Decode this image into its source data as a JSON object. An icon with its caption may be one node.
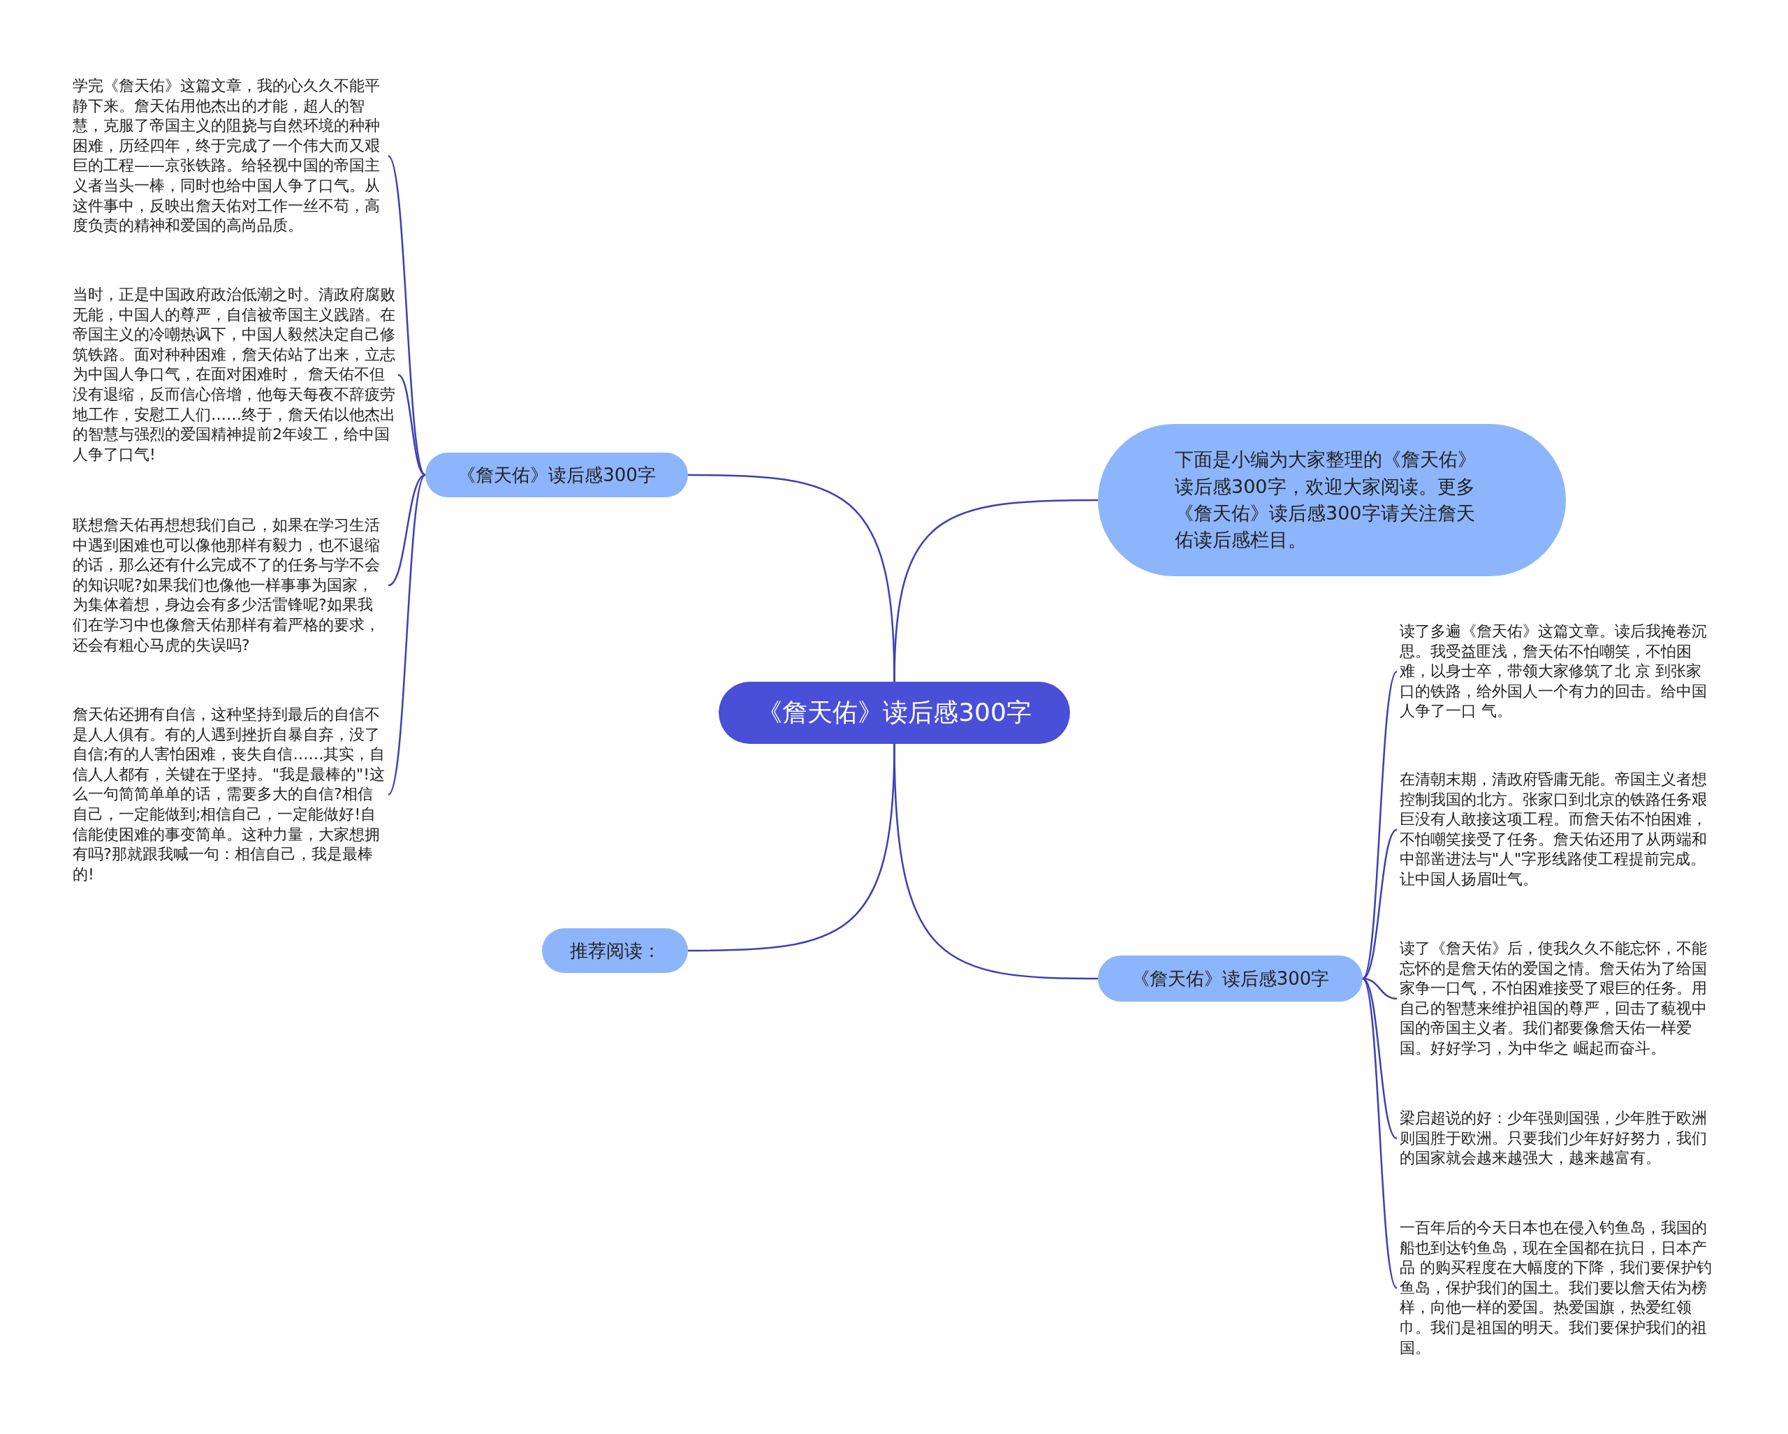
{
  "diagram": {
    "nodes": [
      {
        "text": [
          "《詹天佑》读后感300字"
        ]
      },
      {
        "text": [
          "《詹天佑》读后感300字"
        ]
      },
      {
        "text": [
          "学完《詹天佑》这篇文章，我的心久久不能平静下来。詹天佑用他杰出的才能，超人的智慧，克服了帝国主义的阻挠与自然环境的种种困难，历经四年，终于完成了一个伟大而又艰巨的工程——京张铁路。给轻视中国的帝国主义者当头一棒，同时也给中国人争了口气。从这件事中，反映出詹天佑对工作一丝不苟，高度负责的精神和爱国的高尚品质。"
        ]
      },
      {
        "text": [
          "当时，正是中国政府政治低潮之时。清政府腐败无能，中国人的尊严，自信被帝国主义践踏。在帝国主义的冷嘲热讽下，中国人毅然决定自己修筑铁路。面对种种困难，詹天佑站了出来，立志为中国人争口气，在面对困难时， 詹天佑不但没有退缩，反而信心倍增，他每天每夜不辞疲劳地工作，安慰工人们……终于，詹天佑以他杰出的智慧与强烈的爱国精神提前2年竣工，给中国人争了口气!"
        ]
      },
      {
        "text": [
          "联想詹天佑再想想我们自己，如果在学习生活中遇到困难也可以像他那样有毅力，也不退缩的话，那么还有什么完成不了的任务与学不会的知识呢?如果我们也像他一样事事为国家，为集体着想，身边会有多少活雷锋呢?如果我们在学习中也像詹天佑那样有着严格的要求，还会有粗心马虎的失误吗?"
        ]
      },
      {
        "text": [
          "詹天佑还拥有自信，这种坚持到最后的自信不是人人俱有。有的人遇到挫折自暴自弃，没了自信;有的人害怕困难，丧失自信……其实，自信人人都有，关键在于坚持。\"我是最棒的\"!这么一句简简单单的话，需要多大的自信?相信自己，一定能做到;相信自己，一定能做好!自信能使困难的事变简单。这种力量，大家想拥有吗?那就跟我喊一句：相信自己，我是最棒的!"
        ]
      },
      {
        "text": [
          "推荐阅读："
        ]
      },
      {
        "text": [
          "下面是小编为大家整理的《詹天佑》读后感300字，欢迎大家阅读。更多《詹天佑》读后感300字请关注詹天佑读后感栏目。"
        ]
      },
      {
        "text": [
          "《詹天佑》读后感300字"
        ]
      },
      {
        "text": [
          "读了多遍《詹天佑》这篇文章。读后我掩卷沉思。我受益匪浅，詹天佑不怕嘲笑，不怕困难，以身士卒，带领大家修筑了北 京 到张家口的铁路，给外国人一个有力的回击。给中国人争了一口 气。"
        ]
      },
      {
        "text": [
          "在清朝末期，清政府昏庸无能。帝国主义者想控制我国的北方。张家口到北京的铁路任务艰巨没有人敢接这项工程。而詹天佑不怕困难，不怕嘲笑接受了任务。詹天佑还用了从两端和中部凿进法与\"人\"字形线路使工程提前完成。让中国人扬眉吐气。"
        ]
      },
      {
        "text": [
          "读了《詹天佑》后，使我久久不能忘怀，不能忘怀的是詹天佑的爱国之情。詹天佑为了给国家争一口气，不怕困难接受了艰巨的任务。用自己的智慧来维护祖国的尊严，回击了藐视中国的帝国主义者。我们都要像詹天佑一样爱国。好好学习，为中华之 崛起而奋斗。"
        ]
      },
      {
        "text": [
          "梁启超说的好：少年强则国强，少年胜于欧洲则国胜于欧洲。只要我们少年好好努力，我们的国家就会越来越强大，越来越富有。"
        ]
      },
      {
        "text": [
          "一百年后的今天日本也在侵入钓鱼岛，我国的船也到达钓鱼岛，现在全国都在抗日，日本产品 的购买程度在大幅度的下降，我们要保护钓鱼岛，保护我们的国土。我们要以詹天佑为榜样，向他一样的爱国。热爱国旗，热爱红领巾。我们是祖国的明天。我们要保护我们的祖国。"
        ]
      }
    ],
    "edges": [
      {
        "from": 0,
        "to": 1,
        "arrow": "none"
      },
      {
        "from": 0,
        "to": 6,
        "arrow": "none"
      },
      {
        "from": 0,
        "to": 7,
        "arrow": "none"
      },
      {
        "from": 0,
        "to": 8,
        "arrow": "none"
      },
      {
        "from": 1,
        "to": 2,
        "arrow": "none"
      },
      {
        "from": 1,
        "to": 3,
        "arrow": "none"
      },
      {
        "from": 1,
        "to": 4,
        "arrow": "none"
      },
      {
        "from": 1,
        "to": 5,
        "arrow": "none"
      },
      {
        "from": 8,
        "to": 9,
        "arrow": "none"
      },
      {
        "from": 8,
        "to": 10,
        "arrow": "none"
      },
      {
        "from": 8,
        "to": 11,
        "arrow": "none"
      },
      {
        "from": 8,
        "to": 12,
        "arrow": "none"
      },
      {
        "from": 8,
        "to": 13,
        "arrow": "none"
      }
    ]
  }
}
